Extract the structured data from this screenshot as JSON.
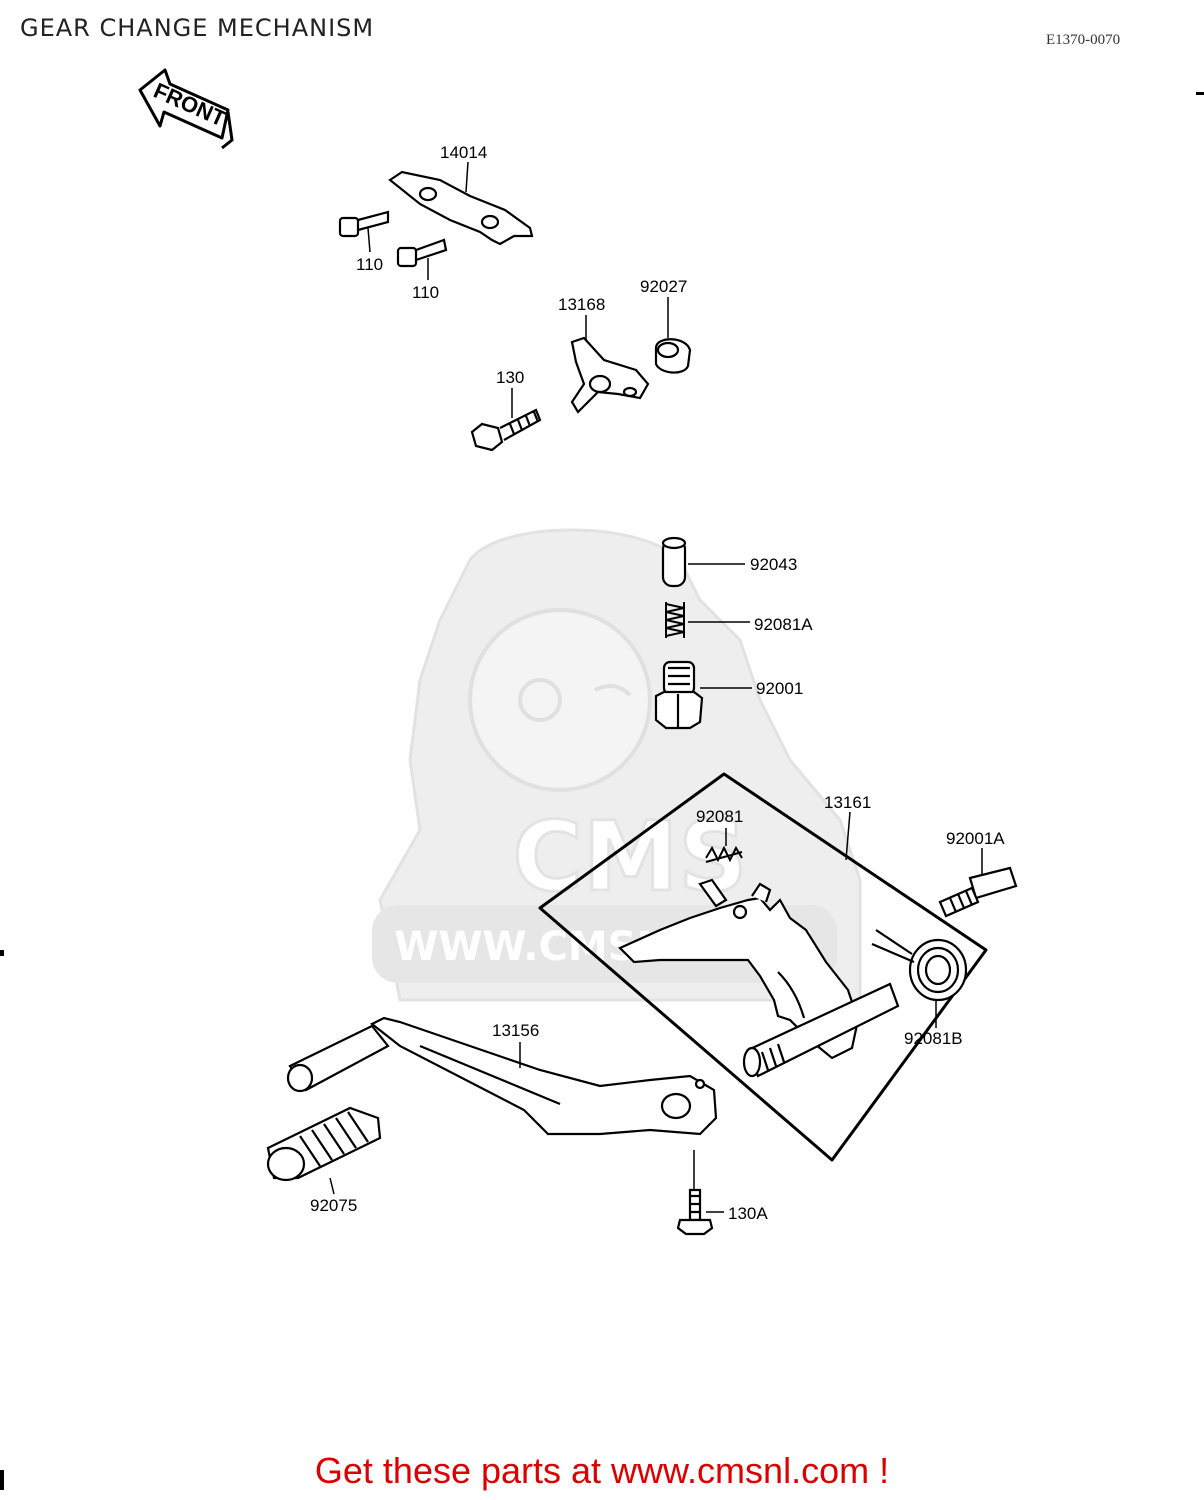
{
  "header": {
    "title": "GEAR CHANGE MECHANISM",
    "diagram_code": "E1370-0070"
  },
  "front_marker": {
    "label": "FRONT"
  },
  "watermark": {
    "brand": "CMS",
    "url": "WWW.CMSNL.COM"
  },
  "parts": [
    {
      "number": "14014"
    },
    {
      "number": "110"
    },
    {
      "number": "110"
    },
    {
      "number": "13168"
    },
    {
      "number": "92027"
    },
    {
      "number": "130"
    },
    {
      "number": "92043"
    },
    {
      "number": "92081A"
    },
    {
      "number": "92001"
    },
    {
      "number": "13161"
    },
    {
      "number": "92081"
    },
    {
      "number": "92001A"
    },
    {
      "number": "92081B"
    },
    {
      "number": "13156"
    },
    {
      "number": "92075"
    },
    {
      "number": "130A"
    }
  ],
  "footer": {
    "call_to_action": "Get these parts at www.cmsnl.com !"
  }
}
